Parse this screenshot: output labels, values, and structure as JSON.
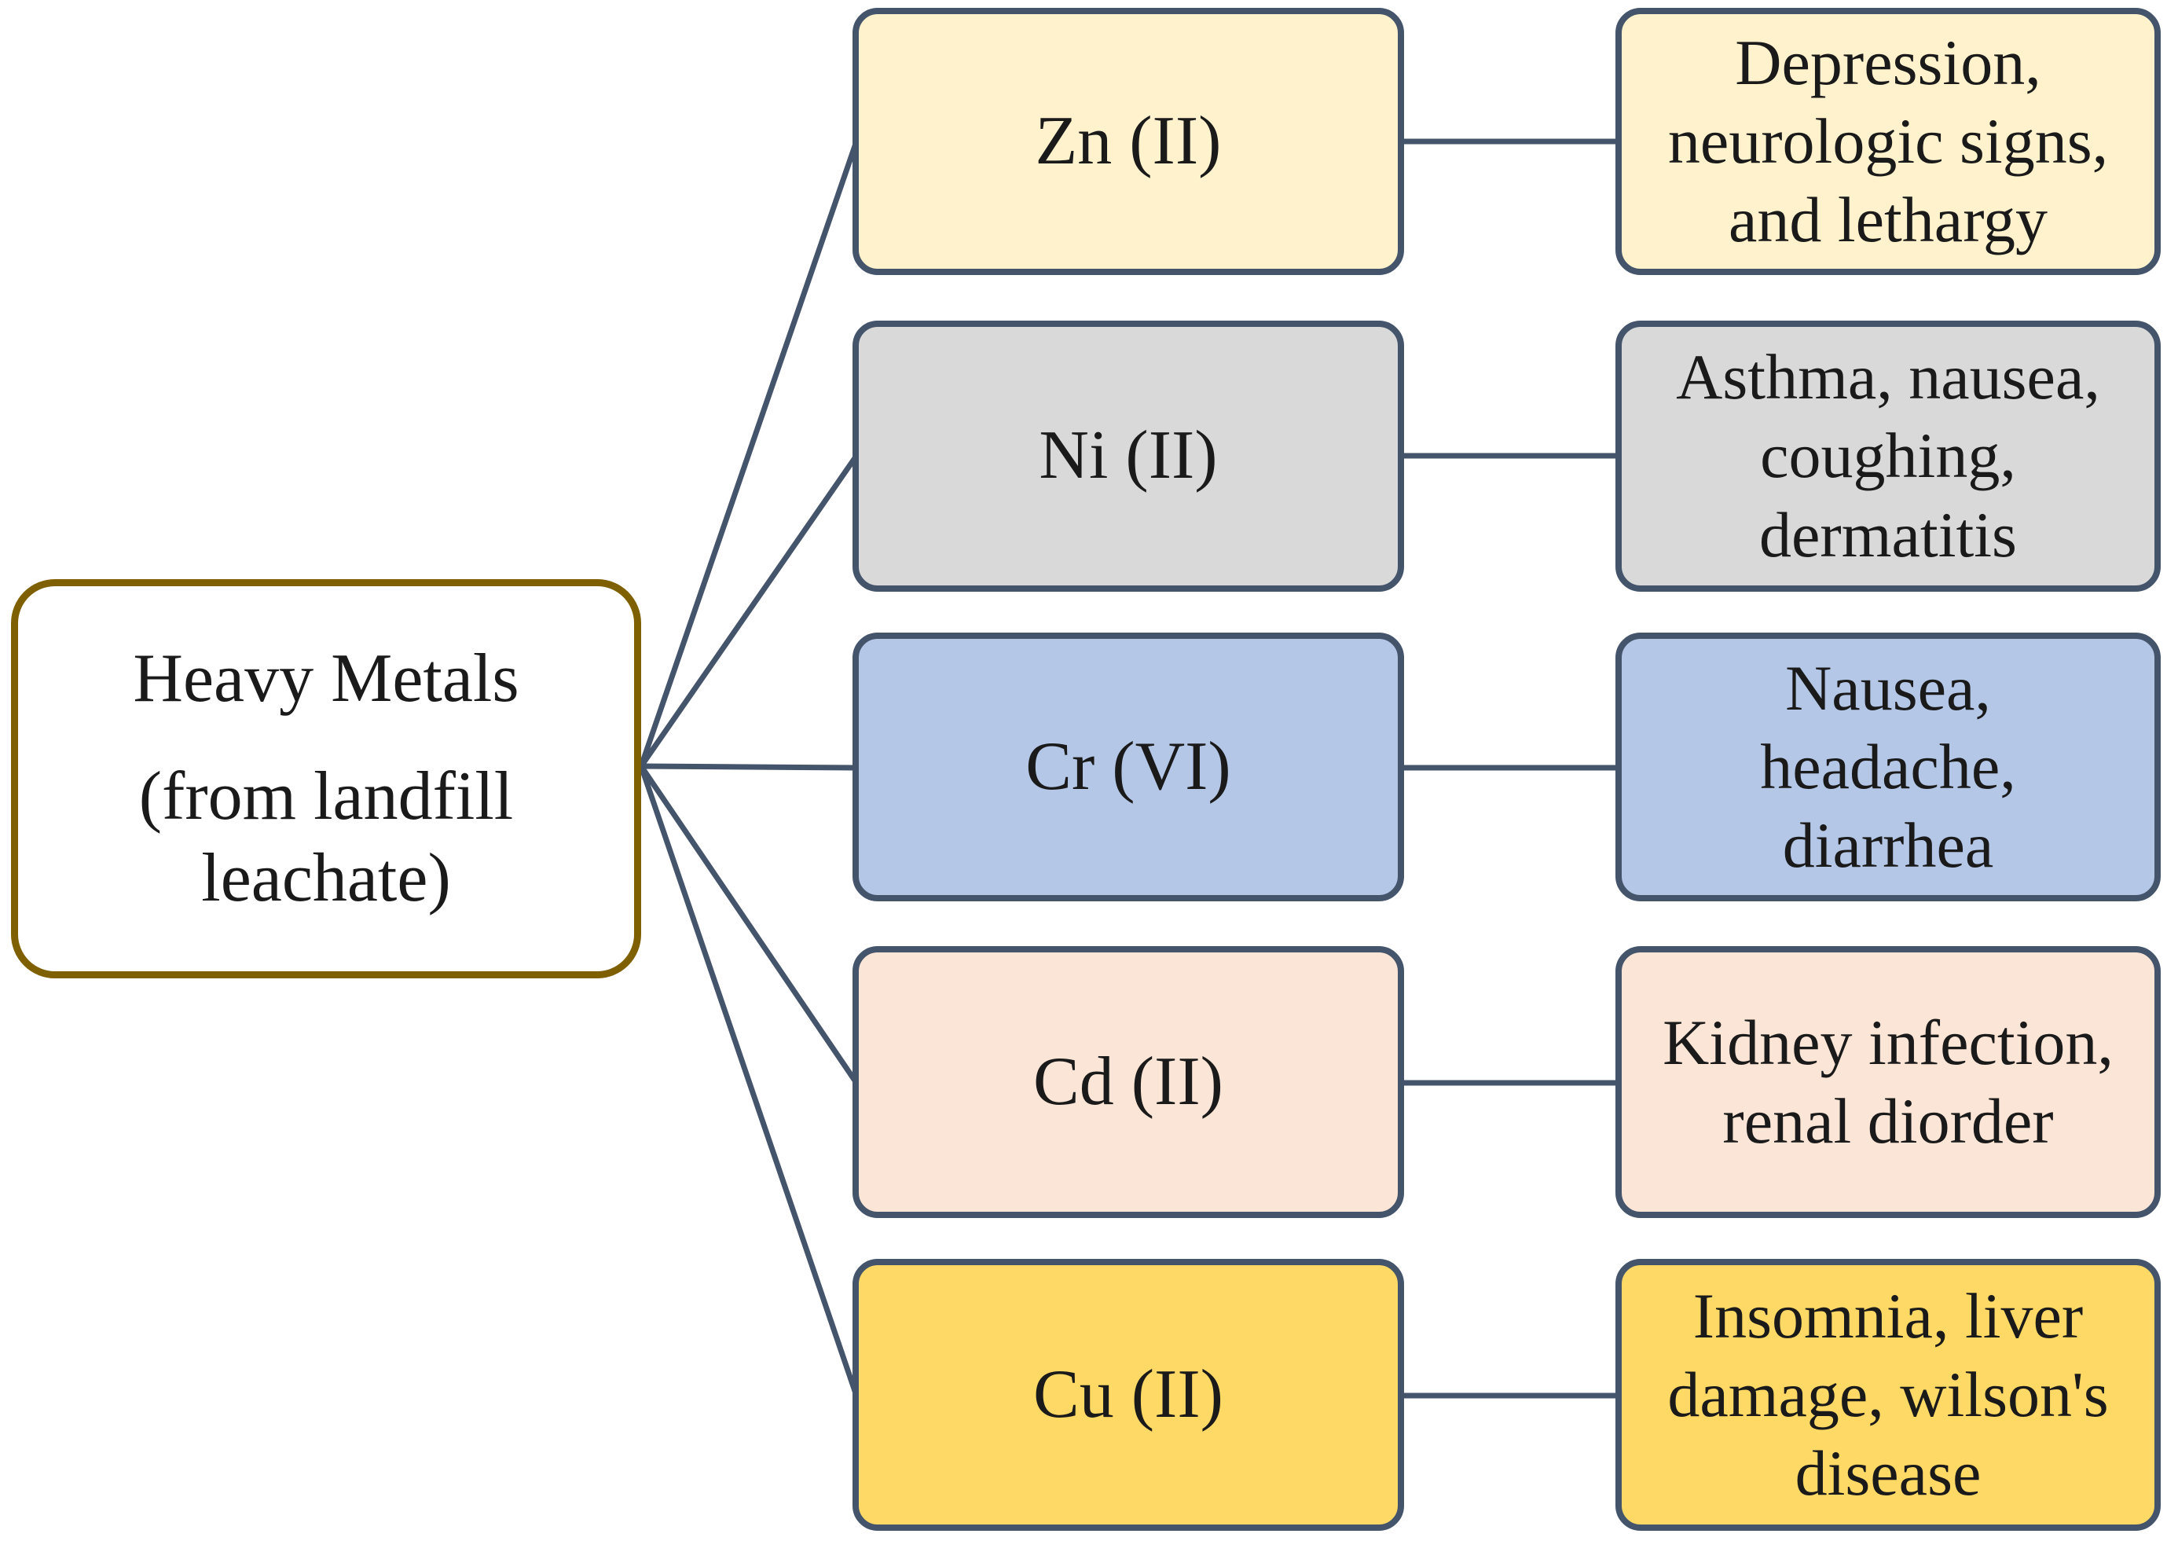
{
  "colors": {
    "connector": "#44546A",
    "node_border": "#44546A",
    "source_border": "#7F6000",
    "source_fill": "#FFFFFF",
    "text": "#1A1A1A"
  },
  "source": {
    "title": "Heavy Metals",
    "subtitle": "(from landfill\nleachate)"
  },
  "rows": [
    {
      "id": "zn",
      "metal": {
        "label": "Zn (II)"
      },
      "effects": "Depression,\nneurologic signs,\nand lethargy",
      "fill": "#FFF2CC"
    },
    {
      "id": "ni",
      "metal": {
        "label": "Ni (II)"
      },
      "effects": "Asthma, nausea,\ncoughing,\ndermatitis",
      "fill": "#D9D9D9"
    },
    {
      "id": "cr",
      "metal": {
        "label": "Cr (VI)"
      },
      "effects": "Nausea,\nheadache,\ndiarrhea",
      "fill": "#B4C7E7"
    },
    {
      "id": "cd",
      "metal": {
        "label": "Cd (II)"
      },
      "effects": "Kidney infection,\nrenal diorder",
      "fill": "#FBE5D6"
    },
    {
      "id": "cu",
      "metal": {
        "label": "Cu (II)"
      },
      "effects": "Insomnia, liver\ndamage, wilson's\ndisease",
      "fill": "#FFD966"
    }
  ]
}
